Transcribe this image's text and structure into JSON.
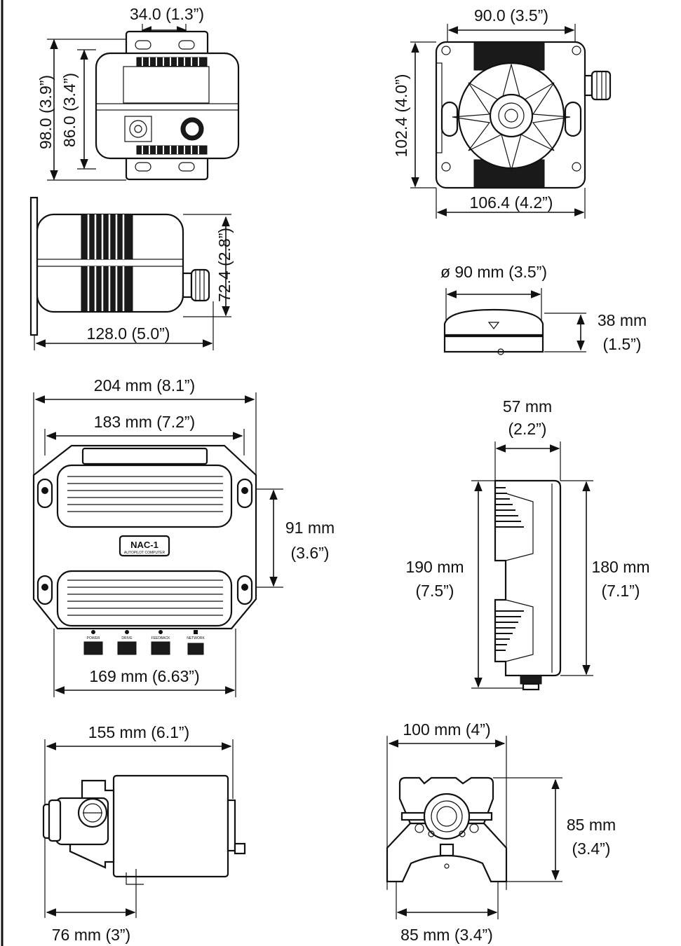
{
  "units": {
    "sensor_top": {
      "width": "34.0 (1.3”)",
      "height_outer": "98.0 (3.9”)",
      "height_inner": "86.0 (3.4”)"
    },
    "sensor_side": {
      "height": "72.4 (2.8”)",
      "length": "128.0 (5.0”)"
    },
    "rudder_feedback": {
      "width": "90.0 (3.5”)",
      "height": "102.4 (4.0”)",
      "base": "106.4 (4.2”)"
    },
    "dome": {
      "diameter": "ø 90 mm (3.5”)",
      "height_line1": "38 mm",
      "height_line2": "(1.5”)"
    },
    "nac_front": {
      "width_outer": "204 mm (8.1”)",
      "width_inner": "183 mm (7.2”)",
      "hole_spacing_line1": "91 mm",
      "hole_spacing_line2": "(3.6”)",
      "bottom": "169 mm (6.63”)",
      "product_name": "NAC-1",
      "product_sub": "AUTOPILOT COMPUTER",
      "ports": [
        "POWER",
        "DRIVE",
        "FEEDBACK",
        "NETWORK"
      ]
    },
    "nac_side": {
      "depth_line1": "57 mm",
      "depth_line2": "(2.2”)",
      "height_left_line1": "190 mm",
      "height_left_line2": "(7.5”)",
      "height_right_line1": "180 mm",
      "height_right_line2": "(7.1”)"
    },
    "pump_side": {
      "length": "155 mm (6.1”)",
      "offset": "76 mm (3”)"
    },
    "pump_end": {
      "width": "100 mm (4”)",
      "height_line1": "85 mm",
      "height_line2": "(3.4”)",
      "base": "85 mm (3.4”)"
    }
  }
}
